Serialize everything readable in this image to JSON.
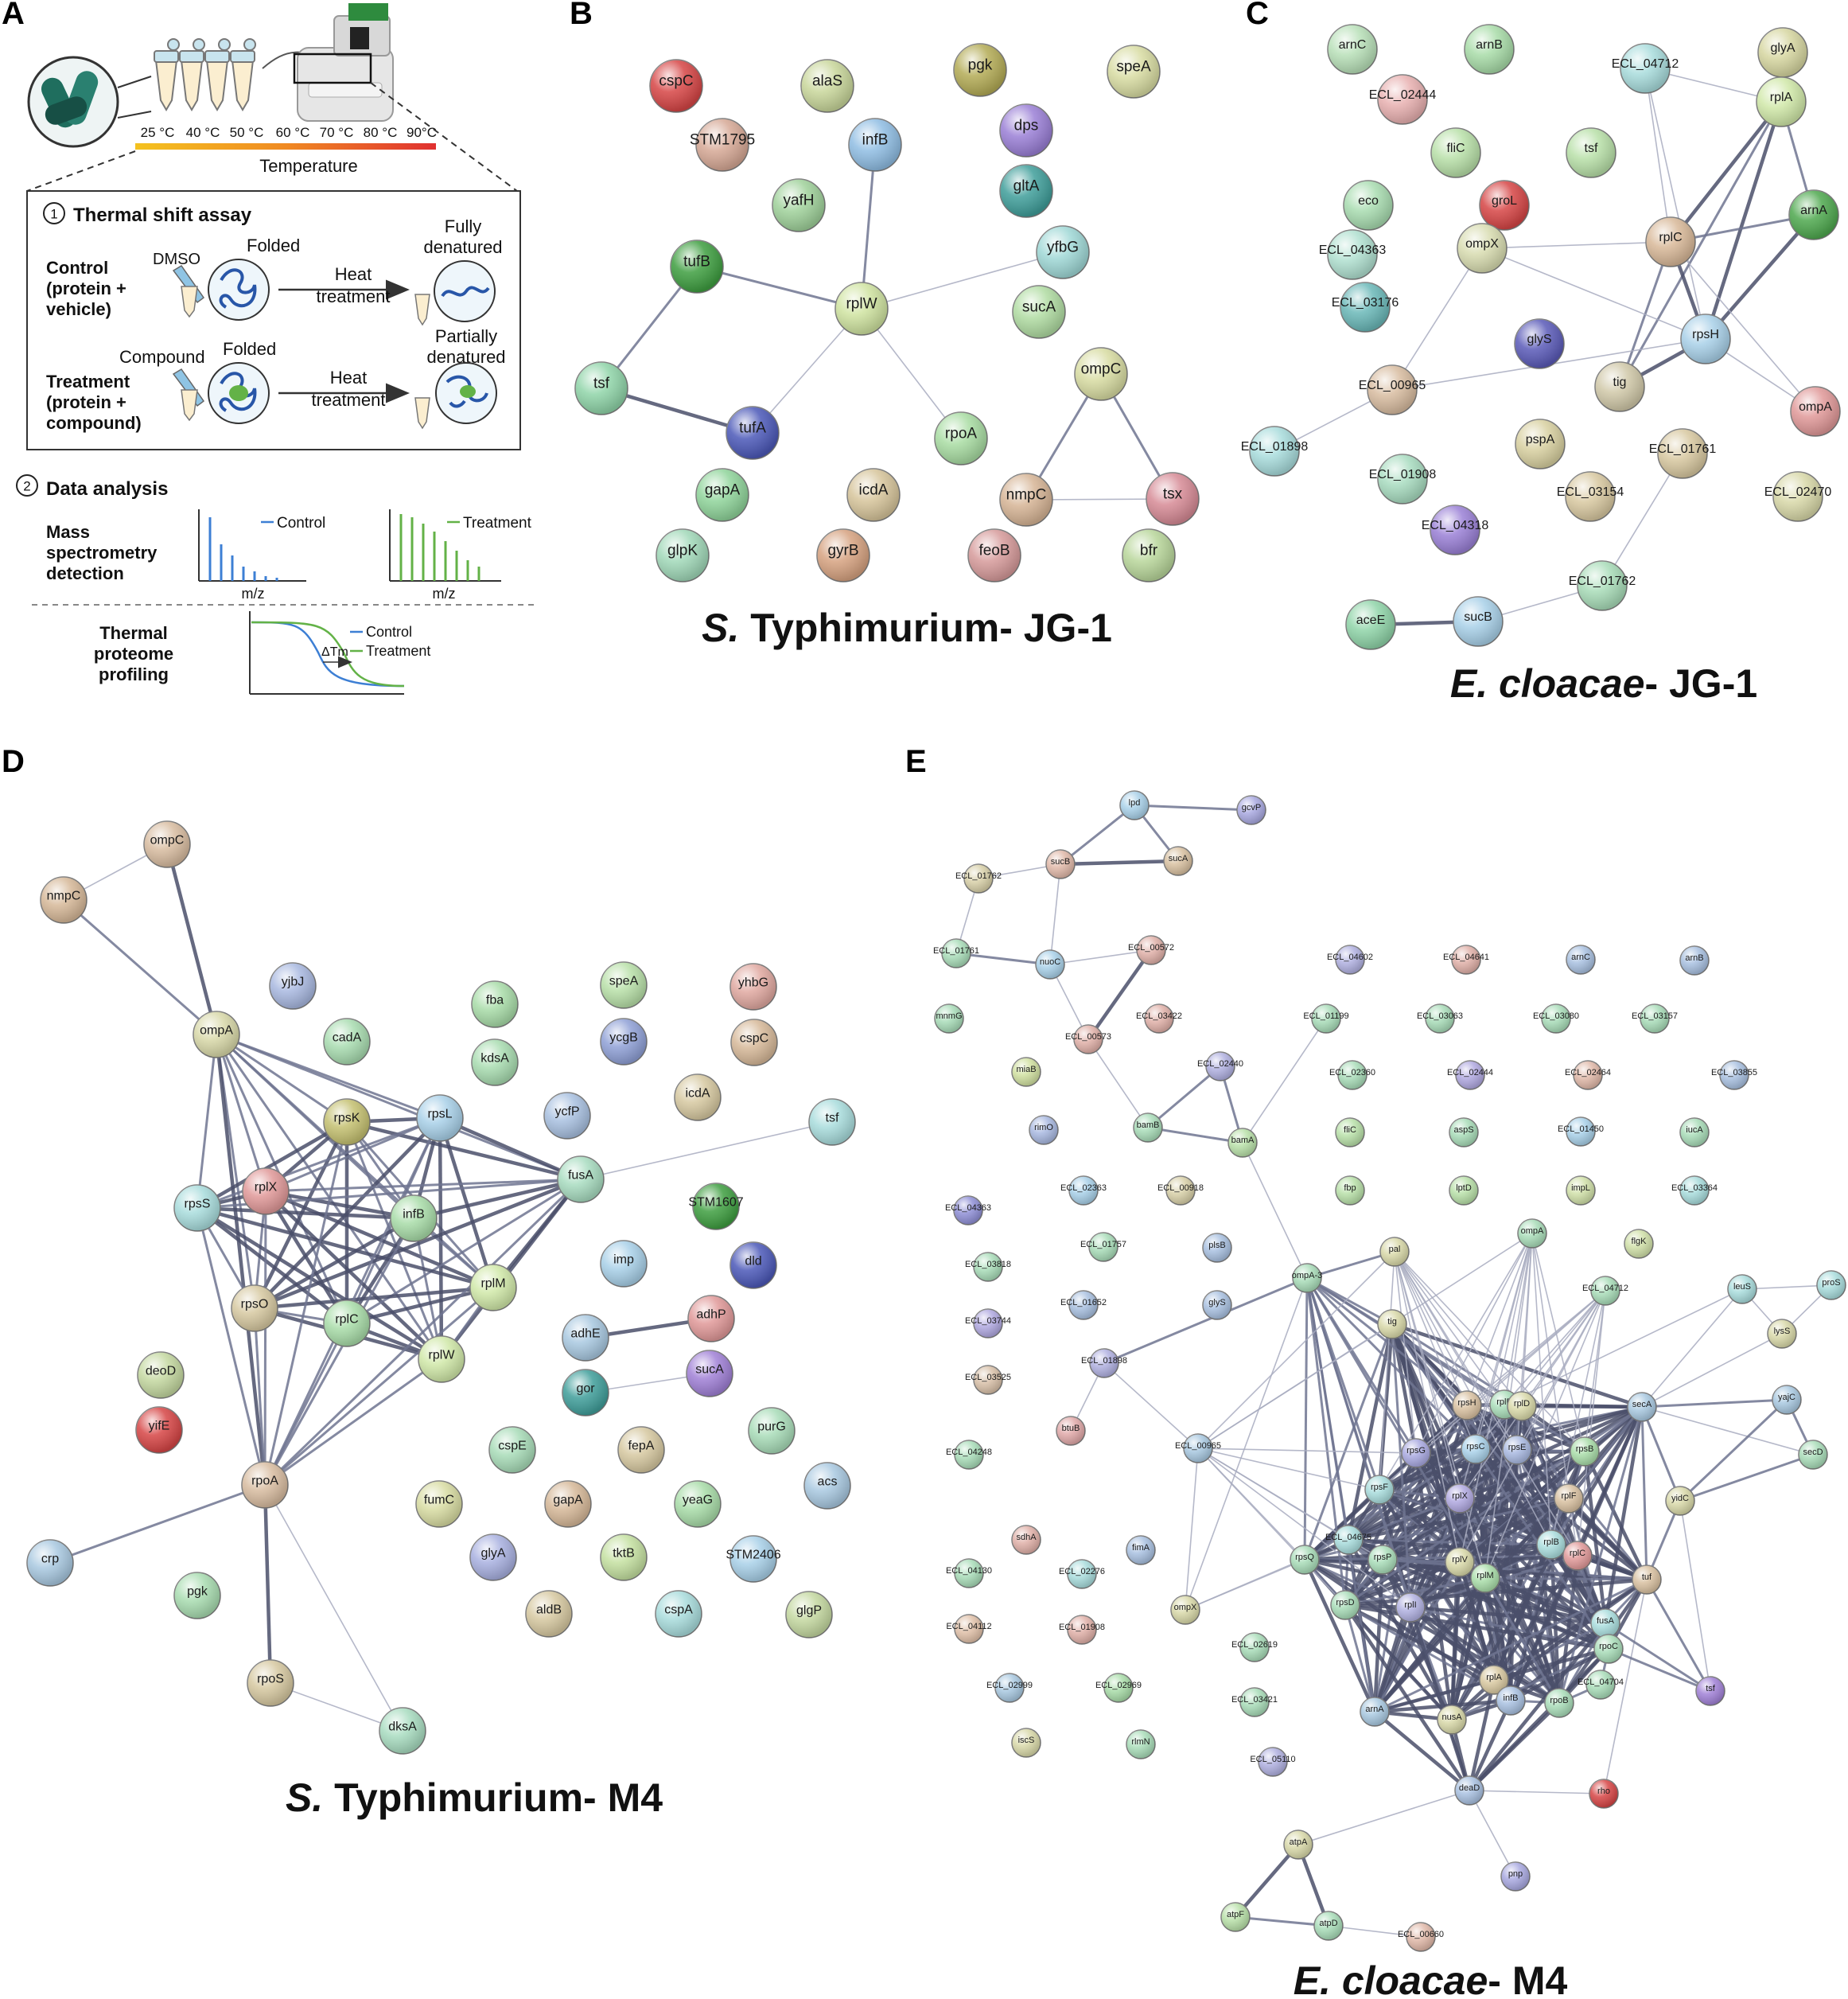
{
  "panel_a": {
    "letter": "A",
    "temperature_ticks": [
      "25 °C",
      "40 °C",
      "50 °C",
      "60 °C",
      "70 °C",
      "80 °C",
      "90°C"
    ],
    "temperature_label": "Temperature",
    "step1_num": "1",
    "step1_title": "Thermal shift assay",
    "control_label_1": "Control",
    "control_label_2": "(protein +",
    "control_label_3": "vehicle)",
    "dmso": "DMSO",
    "folded_1": "Folded",
    "fully_1": "Fully",
    "fully_2": "denatured",
    "heat_1": "Heat",
    "heat_2": "treatment",
    "treatment_label_1": "Treatment",
    "treatment_label_2": "(protein +",
    "treatment_label_3": "compound)",
    "compound": "Compound",
    "folded_2": "Folded",
    "partially_1": "Partially",
    "partially_2": "denatured",
    "heat_3": "Heat",
    "heat_4": "treatment",
    "step2_num": "2",
    "step2_title": "Data analysis",
    "ms_1": "Mass",
    "ms_2": "spectrometry",
    "ms_3": "detection",
    "legend_control": "Control",
    "legend_treatment": "Treatment",
    "mz_1": "m/z",
    "mz_2": "m/z",
    "tpp_1": "Thermal",
    "tpp_2": "proteome",
    "tpp_3": "profiling",
    "curve_control": "Control",
    "curve_treatment": "Treatment",
    "delta_tm": "ΔTm",
    "colors": {
      "control": "#3d7fd4",
      "treatment": "#63b247",
      "box_border": "#333333"
    }
  },
  "panel_b": {
    "letter": "B",
    "title_italic": "S.",
    "title_rest": " Typhimurium- JG-1",
    "nodes": [
      {
        "label": "cspC",
        "color": "#d64545"
      },
      {
        "label": "alaS",
        "color": "#c8d69a"
      },
      {
        "label": "pgk",
        "color": "#b3ab55"
      },
      {
        "label": "speA",
        "color": "#d8dca2"
      },
      {
        "label": "STM1795",
        "color": "#d6a895"
      },
      {
        "label": "infB",
        "color": "#8fbde3"
      },
      {
        "label": "dps",
        "color": "#9a7fd6"
      },
      {
        "label": "yafH",
        "color": "#9fd19a"
      },
      {
        "label": "gltA",
        "color": "#3f9e9a"
      },
      {
        "label": "tufB",
        "color": "#3e9e40"
      },
      {
        "label": "yfbG",
        "color": "#9fd8d6"
      },
      {
        "label": "rplW",
        "color": "#cfe3a0"
      },
      {
        "label": "sucA",
        "color": "#b0dca2"
      },
      {
        "label": "ompC",
        "color": "#d8dca2"
      },
      {
        "label": "tsf",
        "color": "#8fd4a8"
      },
      {
        "label": "tufA",
        "color": "#4b58b8"
      },
      {
        "label": "rpoA",
        "color": "#a8dca2"
      },
      {
        "label": "gapA",
        "color": "#8fd49a"
      },
      {
        "label": "icdA",
        "color": "#d6c49a"
      },
      {
        "label": "nmpC",
        "color": "#d6b495"
      },
      {
        "label": "tsx",
        "color": "#d68a95"
      },
      {
        "label": "glpK",
        "color": "#a0d8b8"
      },
      {
        "label": "gyrB",
        "color": "#d6a280"
      },
      {
        "label": "feoB",
        "color": "#d69a9a"
      },
      {
        "label": "bfr",
        "color": "#b8d69a"
      }
    ]
  },
  "panel_c": {
    "letter": "C",
    "title_italic": "E. cloacae",
    "title_rest": "- JG-1",
    "nodes": [
      {
        "label": "arnC",
        "color": "#b8e0b8"
      },
      {
        "label": "arnB",
        "color": "#a8dca8"
      },
      {
        "label": "ECL_04712",
        "color": "#a8dcdc"
      },
      {
        "label": "glyA",
        "color": "#d6d6a0"
      },
      {
        "label": "ECL_02444",
        "color": "#e8b0b0"
      },
      {
        "label": "rplA",
        "color": "#d0e8a8"
      },
      {
        "label": "fliC",
        "color": "#b8e0a8"
      },
      {
        "label": "tsf",
        "color": "#b8e0a8"
      },
      {
        "label": "eco",
        "color": "#a8dcb0"
      },
      {
        "label": "groL",
        "color": "#d64545"
      },
      {
        "label": "arnA",
        "color": "#4ea84e"
      },
      {
        "label": "ECL_04363",
        "color": "#b0e0d0"
      },
      {
        "label": "ompX",
        "color": "#d8dcb0"
      },
      {
        "label": "rplC",
        "color": "#d8b898"
      },
      {
        "label": "ECL_03176",
        "color": "#6ab8b8"
      },
      {
        "label": "rpsH",
        "color": "#a8d0e8"
      },
      {
        "label": "glyS",
        "color": "#5a5ab8"
      },
      {
        "label": "tig",
        "color": "#d0c8a8"
      },
      {
        "label": "ECL_00965",
        "color": "#d8bca0"
      },
      {
        "label": "ompA",
        "color": "#e09898"
      },
      {
        "label": "pspA",
        "color": "#d8d0a0"
      },
      {
        "label": "ECL_01761",
        "color": "#d8c8a0"
      },
      {
        "label": "ECL_01898",
        "color": "#a8dcdc"
      },
      {
        "label": "ECL_01908",
        "color": "#a8dcc0"
      },
      {
        "label": "ECL_03154",
        "color": "#d8c8a0"
      },
      {
        "label": "ECL_02470",
        "color": "#d8d8a8"
      },
      {
        "label": "ECL_04318",
        "color": "#9a80d6"
      },
      {
        "label": "ECL_01762",
        "color": "#a8dcb8"
      },
      {
        "label": "aceE",
        "color": "#8fd4a8"
      },
      {
        "label": "sucB",
        "color": "#a8d0e8"
      }
    ]
  },
  "panel_d": {
    "letter": "D",
    "title_italic": "S.",
    "title_rest": " Typhimurium- M4",
    "nodes": [
      {
        "label": "ompC",
        "color": "#d8bca0"
      },
      {
        "label": "nmpC",
        "color": "#d6b898"
      },
      {
        "label": "yjbJ",
        "color": "#a8b8e0"
      },
      {
        "label": "fba",
        "color": "#a8dca8"
      },
      {
        "label": "speA",
        "color": "#b8e0a8"
      },
      {
        "label": "yhbG",
        "color": "#e0a8a0"
      },
      {
        "label": "ompA",
        "color": "#d8d8a8"
      },
      {
        "label": "cadA",
        "color": "#a8dcb0"
      },
      {
        "label": "ycgB",
        "color": "#8fa0d6"
      },
      {
        "label": "cspC",
        "color": "#d6b898"
      },
      {
        "label": "kdsA",
        "color": "#a8dcb0"
      },
      {
        "label": "icdA",
        "color": "#d6c8a0"
      },
      {
        "label": "rpsK",
        "color": "#c4c070"
      },
      {
        "label": "rpsL",
        "color": "#a8d0e8"
      },
      {
        "label": "ycfP",
        "color": "#a8c0e0"
      },
      {
        "label": "tsf",
        "color": "#a8dcdc"
      },
      {
        "label": "rplX",
        "color": "#e09898"
      },
      {
        "label": "fusA",
        "color": "#a8dcc0"
      },
      {
        "label": "infB",
        "color": "#a8dca8"
      },
      {
        "label": "STM1607",
        "color": "#3e9e40"
      },
      {
        "label": "rpsS",
        "color": "#a8dcdc"
      },
      {
        "label": "imp",
        "color": "#a8d0e8"
      },
      {
        "label": "dld",
        "color": "#4b58b8"
      },
      {
        "label": "rplM",
        "color": "#d0e8a8"
      },
      {
        "label": "rpsO",
        "color": "#d6c8a0"
      },
      {
        "label": "adhP",
        "color": "#e09898"
      },
      {
        "label": "rplC",
        "color": "#a8dca8"
      },
      {
        "label": "adhE",
        "color": "#a8c8e0"
      },
      {
        "label": "deoD",
        "color": "#c4d8a0"
      },
      {
        "label": "rplW",
        "color": "#d0e8a8"
      },
      {
        "label": "sucA",
        "color": "#a080d6"
      },
      {
        "label": "gor",
        "color": "#3f9e9a"
      },
      {
        "label": "yifE",
        "color": "#d64545"
      },
      {
        "label": "cspE",
        "color": "#a8dcb8"
      },
      {
        "label": "fepA",
        "color": "#d6c8a0"
      },
      {
        "label": "purG",
        "color": "#a8dcb8"
      },
      {
        "label": "rpoA",
        "color": "#d8bca0"
      },
      {
        "label": "acs",
        "color": "#a8c8e0"
      },
      {
        "label": "fumC",
        "color": "#d8dca2"
      },
      {
        "label": "gapA",
        "color": "#d6b898"
      },
      {
        "label": "yeaG",
        "color": "#a8dca8"
      },
      {
        "label": "crp",
        "color": "#a8c8e0"
      },
      {
        "label": "glyA",
        "color": "#a8b0e0"
      },
      {
        "label": "tktB",
        "color": "#c4e0a0"
      },
      {
        "label": "STM2406",
        "color": "#a8d0e8"
      },
      {
        "label": "pgk",
        "color": "#a8dcb0"
      },
      {
        "label": "aldB",
        "color": "#d6c8a0"
      },
      {
        "label": "cspA",
        "color": "#a8dcdc"
      },
      {
        "label": "glgP",
        "color": "#c4d8a0"
      },
      {
        "label": "rpoS",
        "color": "#d6c8a0"
      },
      {
        "label": "dksA",
        "color": "#a8dcc0"
      }
    ]
  },
  "panel_e": {
    "letter": "E",
    "title_italic": "E. cloacae",
    "title_rest": "- M4",
    "nodes": [
      {
        "label": "lpd",
        "color": "#a8d0e8"
      },
      {
        "label": "gcvP",
        "color": "#a8a8e0"
      },
      {
        "label": "sucB",
        "color": "#e0b8a8"
      },
      {
        "label": "sucA",
        "color": "#d8c0a0"
      },
      {
        "label": "ECL_01762",
        "color": "#d8d0a8"
      },
      {
        "label": "ECL_01761",
        "color": "#a8dcb8"
      },
      {
        "label": "nuoC",
        "color": "#a8d0e8"
      },
      {
        "label": "ECL_00572",
        "color": "#e0b0a8"
      },
      {
        "label": "ECL_04602",
        "color": "#b0b0e0"
      },
      {
        "label": "ECL_04641",
        "color": "#e0b0a8"
      },
      {
        "label": "arnC",
        "color": "#a8c0e0"
      },
      {
        "label": "arnB",
        "color": "#a8c0e0"
      },
      {
        "label": "mnmG",
        "color": "#a8dcb8"
      },
      {
        "label": "ECL_03422",
        "color": "#e0b0a8"
      },
      {
        "label": "ECL_00573",
        "color": "#e0b0a8"
      },
      {
        "label": "ECL_01199",
        "color": "#a8dcb8"
      },
      {
        "label": "ECL_03063",
        "color": "#a8dcb8"
      },
      {
        "label": "ECL_03080",
        "color": "#a8dcb8"
      },
      {
        "label": "ECL_03157",
        "color": "#a8dcb8"
      },
      {
        "label": "miaB",
        "color": "#d0e0a0"
      },
      {
        "label": "ECL_02440",
        "color": "#b0b0e0"
      },
      {
        "label": "ECL_02360",
        "color": "#a8dcb8"
      },
      {
        "label": "ECL_02444",
        "color": "#b0a8e0"
      },
      {
        "label": "ECL_02464",
        "color": "#e0b8a8"
      },
      {
        "label": "ECL_03855",
        "color": "#a8c0e0"
      },
      {
        "label": "rimO",
        "color": "#a8b8e0"
      },
      {
        "label": "bamB",
        "color": "#a8dcb8"
      },
      {
        "label": "bamA",
        "color": "#b8e0a8"
      },
      {
        "label": "fliC",
        "color": "#b8e0a8"
      },
      {
        "label": "aspS",
        "color": "#a8dcb8"
      },
      {
        "label": "ECL_01450",
        "color": "#a8d0e8"
      },
      {
        "label": "iucA",
        "color": "#a8dcb8"
      },
      {
        "label": "ECL_04363",
        "color": "#8f8fd6"
      },
      {
        "label": "ECL_02363",
        "color": "#a8d0e8"
      },
      {
        "label": "ECL_00918",
        "color": "#d8d0a8"
      },
      {
        "label": "fbp",
        "color": "#b8e0a8"
      },
      {
        "label": "lptD",
        "color": "#b8e0a8"
      },
      {
        "label": "impL",
        "color": "#d0e0a8"
      },
      {
        "label": "ECL_03364",
        "color": "#a8dcdc"
      },
      {
        "label": "ECL_03818",
        "color": "#a8dcb8"
      },
      {
        "label": "ECL_01757",
        "color": "#a8dcb8"
      },
      {
        "label": "plsB",
        "color": "#a8c0e0"
      },
      {
        "label": "pal",
        "color": "#d8d8a8"
      },
      {
        "label": "ompA",
        "color": "#a8dcb8"
      },
      {
        "label": "flgK",
        "color": "#d0e0a8"
      },
      {
        "label": "ECL_01652",
        "color": "#a8c0e0"
      },
      {
        "label": "glyS",
        "color": "#a8c0e0"
      },
      {
        "label": "ECL_04712",
        "color": "#a8dcb8"
      },
      {
        "label": "leuS",
        "color": "#a8dcdc"
      },
      {
        "label": "proS",
        "color": "#a8dcdc"
      },
      {
        "label": "ECL_03744",
        "color": "#b0a8e0"
      },
      {
        "label": "ompA-3",
        "color": "#a8dcb8"
      },
      {
        "label": "tig",
        "color": "#d8d8a8"
      },
      {
        "label": "lysS",
        "color": "#d8d8a8"
      },
      {
        "label": "ECL_01898",
        "color": "#b0b0e0"
      },
      {
        "label": "ECL_03525",
        "color": "#d8c0a8"
      },
      {
        "label": "rpsH",
        "color": "#d8c0a0"
      },
      {
        "label": "rplE",
        "color": "#a8dcb8"
      },
      {
        "label": "secA",
        "color": "#a8c8e0"
      },
      {
        "label": "yajC",
        "color": "#a8c8e0"
      },
      {
        "label": "btuB",
        "color": "#e0a8a8"
      },
      {
        "label": "ECL_00965",
        "color": "#a8c8e0"
      },
      {
        "label": "rpsG",
        "color": "#a8a8e0"
      },
      {
        "label": "rpsC",
        "color": "#a8d0e8"
      },
      {
        "label": "rpsE",
        "color": "#a8b8e0"
      },
      {
        "label": "rpsB",
        "color": "#a8dca8"
      },
      {
        "label": "ECL_04248",
        "color": "#a8dcb8"
      },
      {
        "label": "rplD",
        "color": "#d8d8a8"
      },
      {
        "label": "secD",
        "color": "#a8dcb8"
      },
      {
        "label": "rpsF",
        "color": "#a8dcdc"
      },
      {
        "label": "rplX",
        "color": "#b0a8e0"
      },
      {
        "label": "rplF",
        "color": "#d8c0a0"
      },
      {
        "label": "yidC",
        "color": "#d8d8a8"
      },
      {
        "label": "ECL_04675",
        "color": "#a8dcdc"
      },
      {
        "label": "sdhA",
        "color": "#e0b0a8"
      },
      {
        "label": "fimA",
        "color": "#a8c0e0"
      },
      {
        "label": "rplB",
        "color": "#a8dcdc"
      },
      {
        "label": "rpsQ",
        "color": "#a8dcb8"
      },
      {
        "label": "rpsP",
        "color": "#a8dcb8"
      },
      {
        "label": "rplV",
        "color": "#d8d8a8"
      },
      {
        "label": "rplC",
        "color": "#e09898"
      },
      {
        "label": "ECL_04130",
        "color": "#a8dcb8"
      },
      {
        "label": "ECL_02276",
        "color": "#a8dcdc"
      },
      {
        "label": "rplM",
        "color": "#a8dca8"
      },
      {
        "label": "tuf",
        "color": "#d8c0a0"
      },
      {
        "label": "ompX",
        "color": "#d8d8a8"
      },
      {
        "label": "rpsD",
        "color": "#a8dcb8"
      },
      {
        "label": "rplI",
        "color": "#b0b0e0"
      },
      {
        "label": "fusA",
        "color": "#a8dcdc"
      },
      {
        "label": "ECL_04112",
        "color": "#e0c0a8"
      },
      {
        "label": "ECL_01908",
        "color": "#e0b0a8"
      },
      {
        "label": "ECL_02619",
        "color": "#a8dcb8"
      },
      {
        "label": "rpoC",
        "color": "#a8dcb8"
      },
      {
        "label": "rplA",
        "color": "#d8c8a0"
      },
      {
        "label": "ECL_04704",
        "color": "#a8dcb8"
      },
      {
        "label": "ECL_02999",
        "color": "#a8c8e0"
      },
      {
        "label": "ECL_02969",
        "color": "#a8dca8"
      },
      {
        "label": "ECL_03421",
        "color": "#a8dcb8"
      },
      {
        "label": "arnA",
        "color": "#a8c8e0"
      },
      {
        "label": "nusA",
        "color": "#d8d8a8"
      },
      {
        "label": "infB",
        "color": "#a8c0e0"
      },
      {
        "label": "rpoB",
        "color": "#a8dcb8"
      },
      {
        "label": "tsf",
        "color": "#a080d6"
      },
      {
        "label": "iscS",
        "color": "#d8d8a8"
      },
      {
        "label": "rlmN",
        "color": "#a8dcb8"
      },
      {
        "label": "ECL_05110",
        "color": "#b0b0e0"
      },
      {
        "label": "deaD",
        "color": "#a8c0e0"
      },
      {
        "label": "rho",
        "color": "#d64545"
      },
      {
        "label": "atpA",
        "color": "#d8d8a8"
      },
      {
        "label": "pnp",
        "color": "#a8a8e0"
      },
      {
        "label": "atpF",
        "color": "#b8e0a8"
      },
      {
        "label": "atpD",
        "color": "#a8dcb8"
      },
      {
        "label": "ECL_00660",
        "color": "#e0b8a8"
      }
    ]
  }
}
